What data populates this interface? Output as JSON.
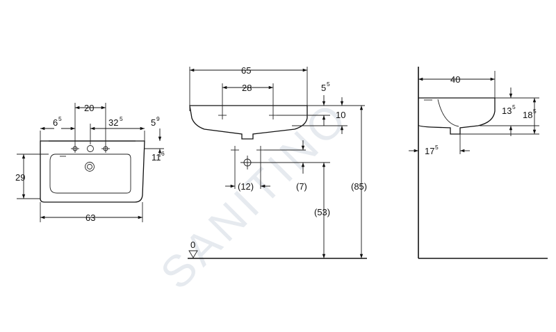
{
  "watermark": "SANITINO",
  "top_view": {
    "labels": {
      "d20": "20",
      "d6": "6",
      "d6_sup": "5",
      "d32": "32",
      "d32_sup": "5",
      "d5": "5",
      "d5_sup": "9",
      "d11": "11",
      "d11_sup": "6",
      "d29": "29",
      "d63": "63"
    }
  },
  "front_view": {
    "labels": {
      "d65": "65",
      "d28": "28",
      "d5": "5",
      "d5_sup": "5",
      "d10": "10",
      "d12": "(12)",
      "d7": "(7)",
      "d53": "(53)",
      "d85": "(85)",
      "floor": "0"
    }
  },
  "side_view": {
    "labels": {
      "d40": "40",
      "d13": "13",
      "d13_sup": "5",
      "d18": "18",
      "d18_sup": "5",
      "d17": "17",
      "d17_sup": "5"
    }
  }
}
